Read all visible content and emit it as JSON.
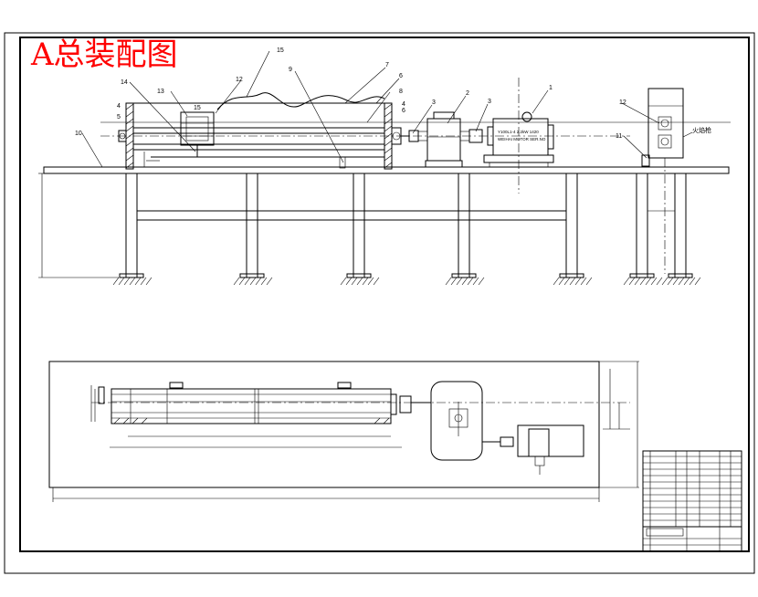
{
  "title": "A总装配图",
  "callouts": {
    "c1": "1",
    "c2": "2",
    "c3a": "3",
    "c3b": "3",
    "c4a": "4",
    "c4b": "4",
    "c5": "5",
    "c6a": "6",
    "c6b": "6",
    "c7": "7",
    "c8": "8",
    "c9": "9",
    "c10": "10",
    "c11": "11",
    "c12a": "12",
    "c12b": "12",
    "c13": "13",
    "c14": "14",
    "c15a": "15",
    "c15b": "15"
  },
  "fire_label": "火焰枪",
  "motor_plate": [
    "Y100L1-4  2.2kW  1420",
    "WEIHAI MOTOR SER.NO"
  ],
  "colors": {
    "title": "#ff0000",
    "line": "#000000"
  }
}
